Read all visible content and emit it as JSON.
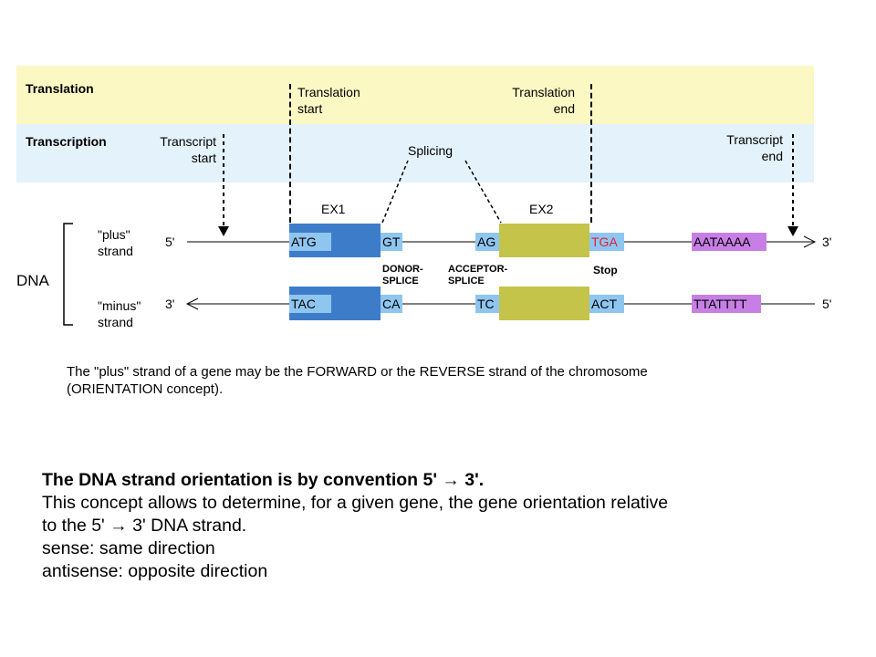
{
  "bands": {
    "translation": "Translation",
    "transcription": "Transcription"
  },
  "markers": {
    "translation_start": [
      "Translation",
      "start"
    ],
    "translation_end": [
      "Translation",
      "end"
    ],
    "transcript_start": [
      "Transcript",
      "start"
    ],
    "transcript_end": [
      "Transcript",
      "end"
    ],
    "splicing": "Splicing"
  },
  "exons": {
    "ex1": "EX1",
    "ex2": "EX2"
  },
  "strands": {
    "dna": "DNA",
    "plus": [
      "\"plus\"",
      "strand"
    ],
    "minus": [
      "\"minus\"",
      "strand"
    ],
    "plus_left": "5'",
    "plus_right": "3'",
    "minus_left": "3'",
    "minus_right": "5'"
  },
  "sequences": {
    "plus": {
      "start": "ATG",
      "donor": "GT",
      "acceptor": "AG",
      "stop": "TGA",
      "polya": "AATAAAA"
    },
    "minus": {
      "start": "TAC",
      "donor": "CA",
      "acceptor": "TC",
      "stop": "ACT",
      "polya": "TTATTTT"
    }
  },
  "site_labels": {
    "donor": [
      "DONOR-",
      "SPLICE"
    ],
    "acceptor": [
      "ACCEPTOR-",
      "SPLICE"
    ],
    "stop": "Stop"
  },
  "caption": [
    "The \"plus\" strand of a gene may be the FORWARD or the REVERSE strand of the chromosome",
    "(ORIENTATION concept)."
  ],
  "notes": {
    "heading": "The DNA strand orientation is by convention 5' → 3'.",
    "lines": [
      "This concept allows to determine, for a given gene, the gene orientation relative",
      "to the 5' → 3' DNA strand.",
      "sense: same direction",
      "antisense: opposite direction"
    ]
  },
  "colors": {
    "translation_band": "#fbf8c4",
    "transcription_band": "#e4f2fb",
    "exon1": "#3d7cc9",
    "exon2": "#c4c34a",
    "splice_site": "#8fc6f0",
    "polya": "#c77fe6",
    "stop_text": "#e0203a"
  }
}
